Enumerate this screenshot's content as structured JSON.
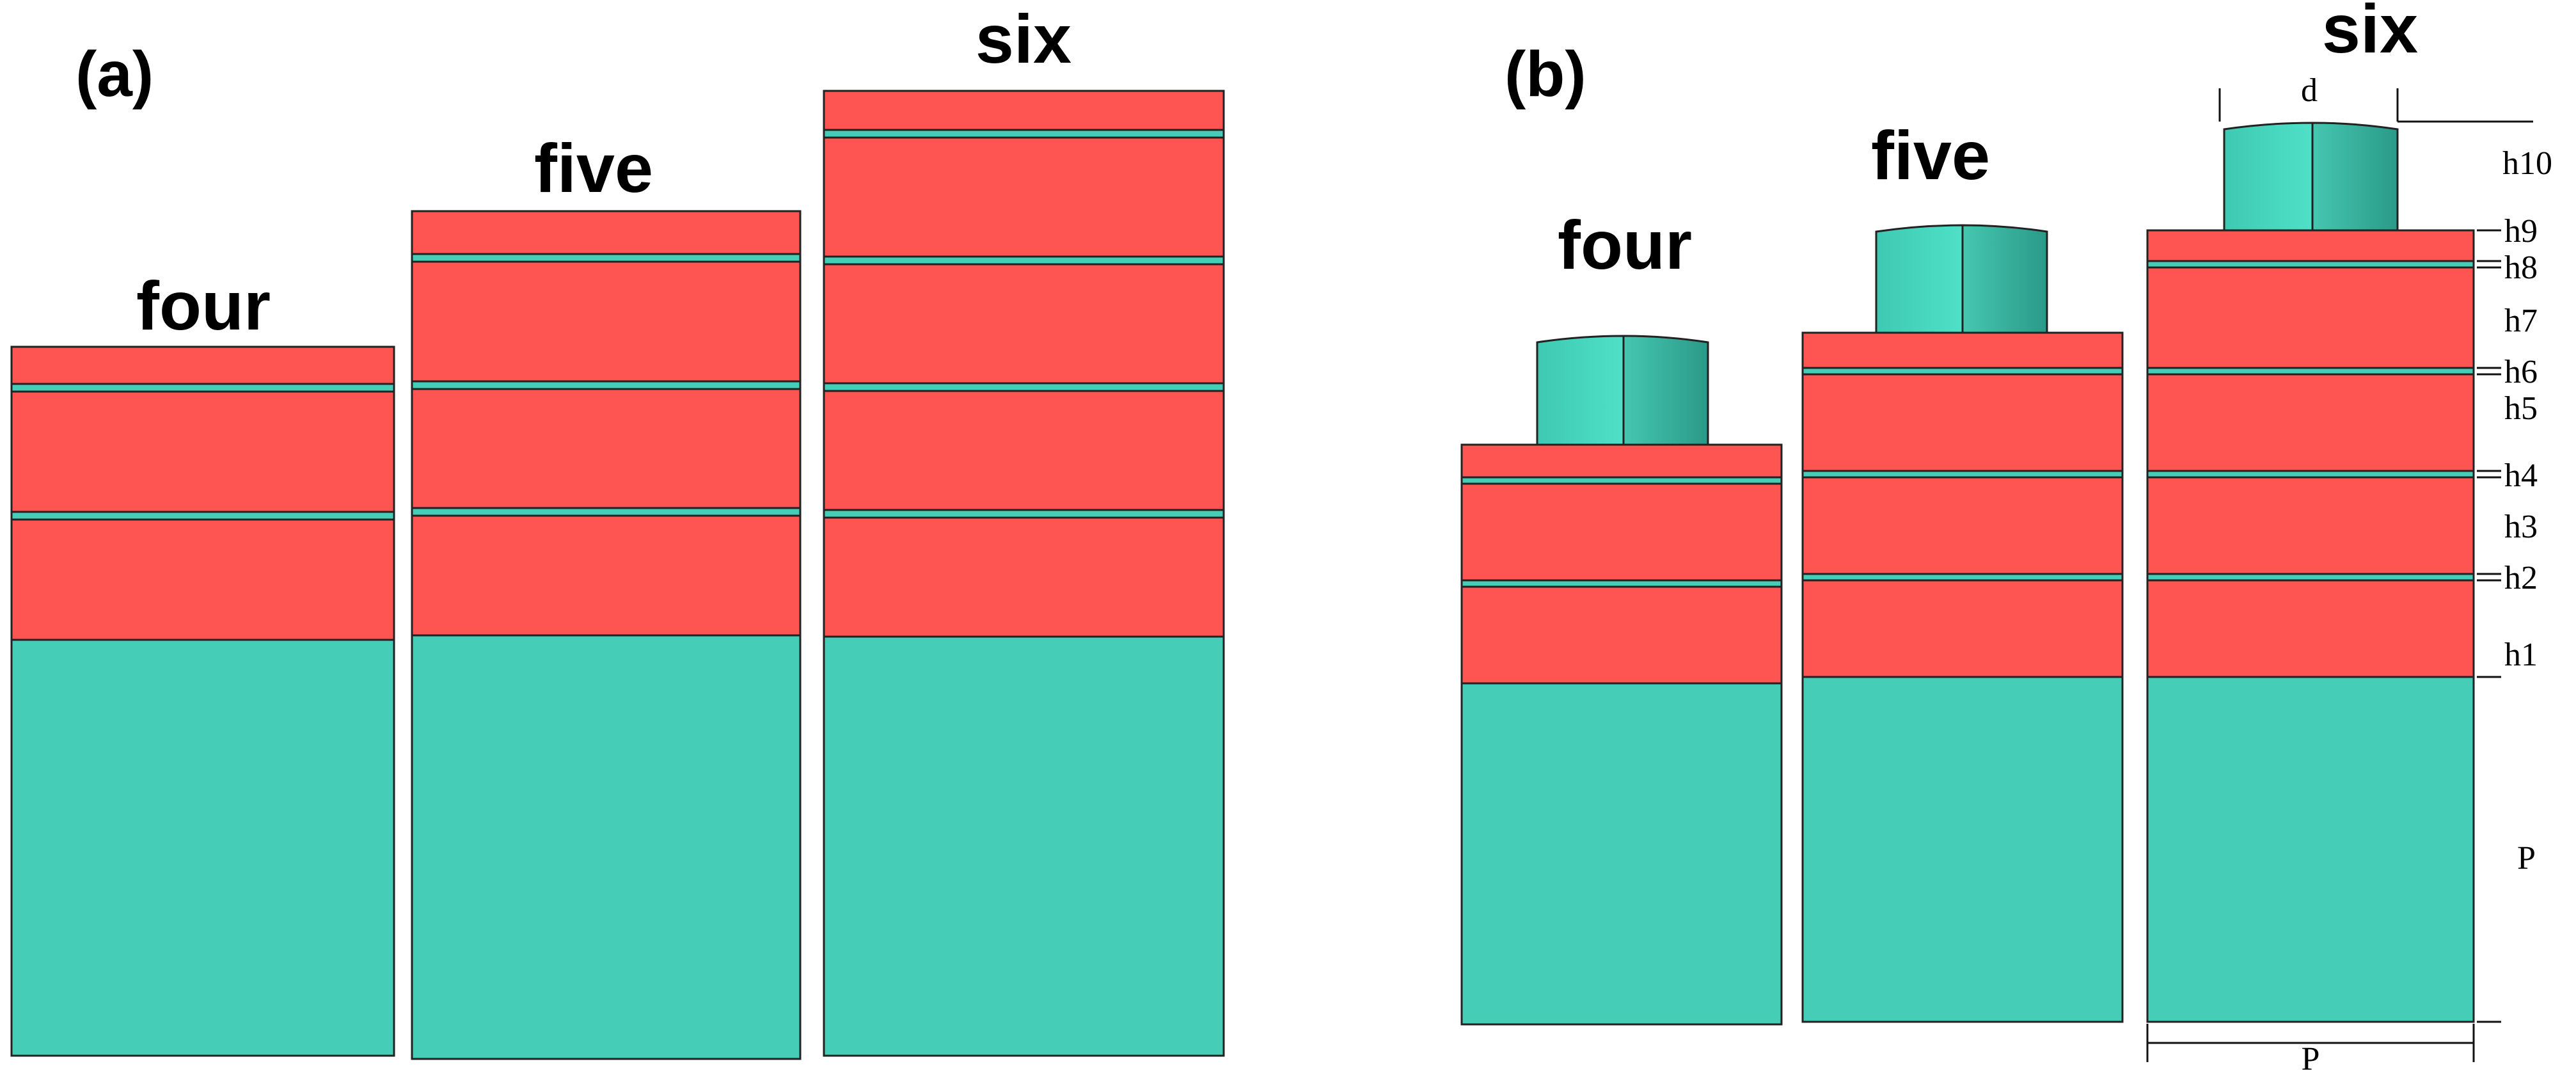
{
  "panel_a": {
    "label": "(a)",
    "columns": [
      "four",
      "five",
      "six"
    ]
  },
  "panel_b": {
    "label": "(b)",
    "columns": [
      "four",
      "five",
      "six"
    ],
    "dimensions": {
      "d": "d",
      "h10": "h10",
      "h9": "h9",
      "h8": "h8",
      "h7": "h7",
      "h6": "h6",
      "h5": "h5",
      "h4": "h4",
      "h3": "h3",
      "h2": "h2",
      "h1": "h1",
      "P_vertical": "P",
      "P_horizontal": "P"
    }
  },
  "colors": {
    "layer_red": "#fe5452",
    "layer_teal": "#45cdb8",
    "outline": "#222222"
  }
}
